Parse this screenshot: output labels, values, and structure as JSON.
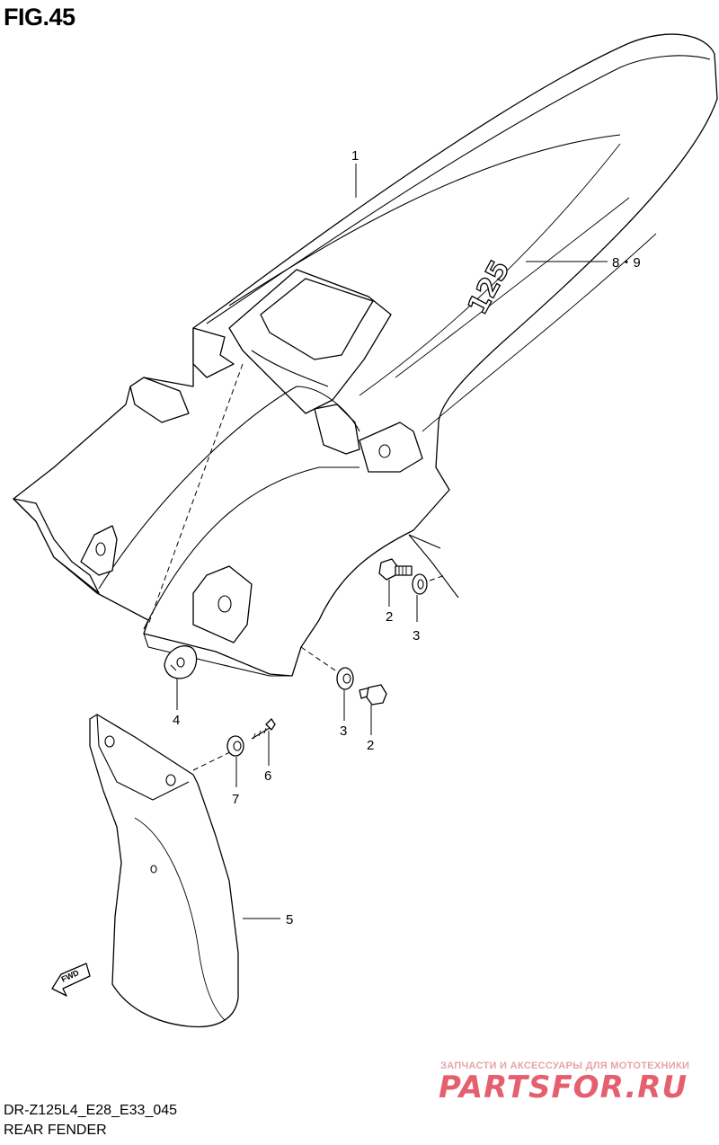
{
  "figure": {
    "title": "FIG.45"
  },
  "callouts": [
    {
      "id": "c1",
      "text": "1"
    },
    {
      "id": "c89",
      "text": "8・9"
    },
    {
      "id": "c2a",
      "text": "2"
    },
    {
      "id": "c3a",
      "text": "3"
    },
    {
      "id": "c4",
      "text": "4"
    },
    {
      "id": "c3b",
      "text": "3"
    },
    {
      "id": "c2b",
      "text": "2"
    },
    {
      "id": "c6",
      "text": "6"
    },
    {
      "id": "c7",
      "text": "7"
    },
    {
      "id": "c5",
      "text": "5"
    }
  ],
  "decal_text": "125",
  "fwd_label": "FWD",
  "footer": {
    "model_code": "DR-Z125L4_E28_E33_045",
    "section_name": "REAR FENDER"
  },
  "watermark": {
    "tagline": "ЗАПЧАСТИ И АКСЕССУАРЫ ДЛЯ МОТОТЕХНИКИ",
    "logo": "PARTSFOR.RU"
  }
}
